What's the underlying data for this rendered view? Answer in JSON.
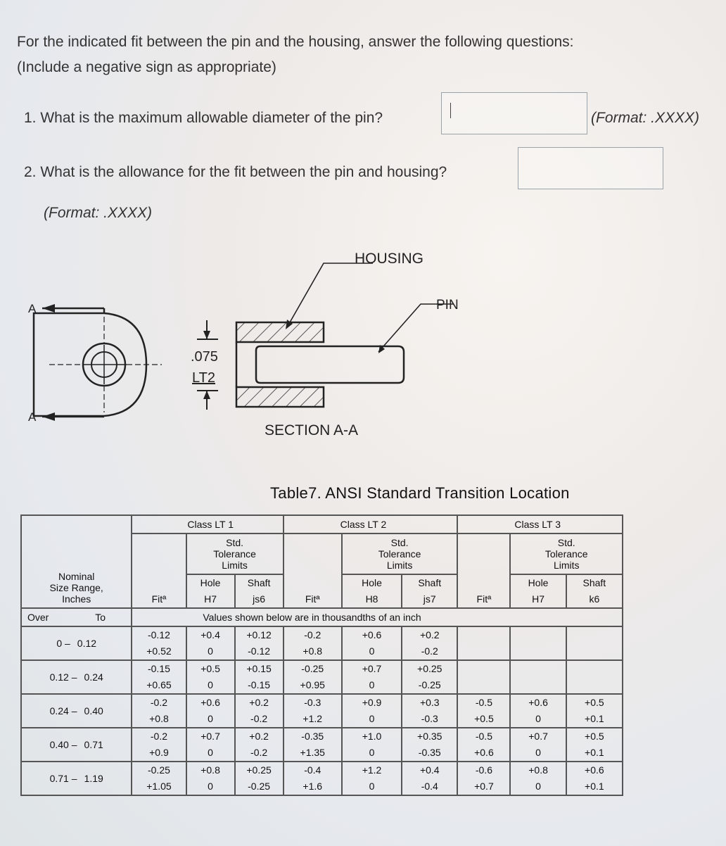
{
  "intro": "For the indicated fit between the pin and the housing, answer the following questions: (Include a negative sign as appropriate)",
  "q1": {
    "text": "1. What is the maximum allowable diameter of the pin?",
    "format": "(Format: .XXXX)",
    "value": ""
  },
  "q2": {
    "text": "2. What is the allowance for the fit between the pin and housing?",
    "format": "(Format: .XXXX)",
    "value": ""
  },
  "drawing": {
    "housing_label": "HOUSING",
    "pin_label": "PIN",
    "dimension_value": ".075",
    "dimension_class": "LT2",
    "section_marker": "A",
    "section_label": "SECTION A-A"
  },
  "table": {
    "title": "Table7. ANSI Standard Transition Location",
    "classes": [
      "Class LT 1",
      "Class LT 2",
      "Class LT 3"
    ],
    "tolerance_label": [
      "Std.",
      "Tolerance",
      "Limits"
    ],
    "size_range_label": [
      "Nominal",
      "Size Range,",
      "Inches"
    ],
    "fit_label": "Fitª",
    "col_heads": {
      "lt1": {
        "hole": [
          "Hole",
          "H7"
        ],
        "shaft": [
          "Shaft",
          "js6"
        ]
      },
      "lt2": {
        "hole": [
          "Hole",
          "H8"
        ],
        "shaft": [
          "Shaft",
          "js7"
        ]
      },
      "lt3": {
        "hole": [
          "Hole",
          "H7"
        ],
        "shaft": [
          "Shaft",
          "k6"
        ]
      }
    },
    "over_label": "Over",
    "to_label": "To",
    "units_note": "Values shown below are in thousandths of an inch",
    "rows": [
      {
        "over": "0 –",
        "to": "0.12",
        "a": [
          "-0.12",
          "+0.4",
          "+0.12",
          "-0.2",
          "+0.6",
          "+0.2",
          "",
          "",
          ""
        ],
        "b": [
          "+0.52",
          "0",
          "-0.12",
          "+0.8",
          "0",
          "-0.2",
          "",
          "",
          ""
        ]
      },
      {
        "over": "0.12 –",
        "to": "0.24",
        "a": [
          "-0.15",
          "+0.5",
          "+0.15",
          "-0.25",
          "+0.7",
          "+0.25",
          "",
          "",
          ""
        ],
        "b": [
          "+0.65",
          "0",
          "-0.15",
          "+0.95",
          "0",
          "-0.25",
          "",
          "",
          ""
        ]
      },
      {
        "over": "0.24 –",
        "to": "0.40",
        "a": [
          "-0.2",
          "+0.6",
          "+0.2",
          "-0.3",
          "+0.9",
          "+0.3",
          "-0.5",
          "+0.6",
          "+0.5"
        ],
        "b": [
          "+0.8",
          "0",
          "-0.2",
          "+1.2",
          "0",
          "-0.3",
          "+0.5",
          "0",
          "+0.1"
        ]
      },
      {
        "over": "0.40 –",
        "to": "0.71",
        "a": [
          "-0.2",
          "+0.7",
          "+0.2",
          "-0.35",
          "+1.0",
          "+0.35",
          "-0.5",
          "+0.7",
          "+0.5"
        ],
        "b": [
          "+0.9",
          "0",
          "-0.2",
          "+1.35",
          "0",
          "-0.35",
          "+0.6",
          "0",
          "+0.1"
        ]
      },
      {
        "over": "0.71 –",
        "to": "1.19",
        "a": [
          "-0.25",
          "+0.8",
          "+0.25",
          "-0.4",
          "+1.2",
          "+0.4",
          "-0.6",
          "+0.8",
          "+0.6"
        ],
        "b": [
          "+1.05",
          "0",
          "-0.25",
          "+1.6",
          "0",
          "-0.4",
          "+0.7",
          "0",
          "+0.1"
        ]
      }
    ]
  }
}
